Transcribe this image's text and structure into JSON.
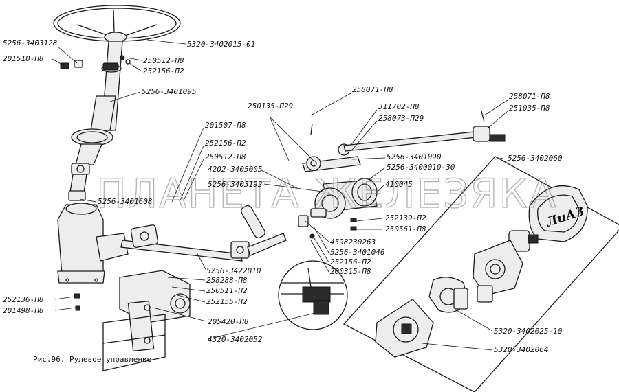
{
  "caption": "Рис.96. Рулевое управление",
  "watermark": "ПЛАНЕТА ЖЕЛЕЗЯКА",
  "logo_text": "ЛиАЗ",
  "labels": {
    "p1": "5256-3403128",
    "p2": "201510-П8",
    "p3": "250512-П8",
    "p4": "252156-П2",
    "p5": "5320-3402015-01",
    "p6": "5256-3401095",
    "p7": "250135-П29",
    "p8": "258071-П8",
    "p9": "311702-П8",
    "p10": "258073-П29",
    "p11": "258071-П8",
    "p12": "251035-П8",
    "p13": "201507-П8",
    "p14": "252156-П2",
    "p15": "250512-П8",
    "p16": "4202-3405005",
    "p17": "5256-3403192",
    "p18": "5256-3401090",
    "p19": "5256-3400010-30",
    "p20": "410045",
    "p21": "5256-3402060",
    "p22": "5256-3401608",
    "p23": "252139-П2",
    "p24": "250561-П8",
    "p25": "4598230263",
    "p26": "5256-3401046",
    "p27": "252156-П2",
    "p28": "200315-П8",
    "p29": "5256-3422010",
    "p30": "258288-П8",
    "p31": "250511-П2",
    "p32": "252155-П2",
    "p33": "205420-П8",
    "p34": "4320-3402052",
    "p35": "252136-П8",
    "p36": "201498-П8",
    "p37": "5320-3402025-10",
    "p38": "5320-3402064"
  }
}
